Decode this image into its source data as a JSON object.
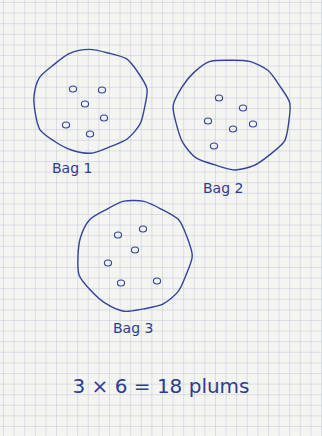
{
  "diagram": {
    "nodes": [
      {
        "text": [
          "Bag 1"
        ]
      },
      {
        "text": [
          "Bag 2"
        ]
      },
      {
        "text": [
          "Bag 3"
        ]
      }
    ],
    "labels": [
      "3 × 6 = 18 plums"
    ]
  }
}
